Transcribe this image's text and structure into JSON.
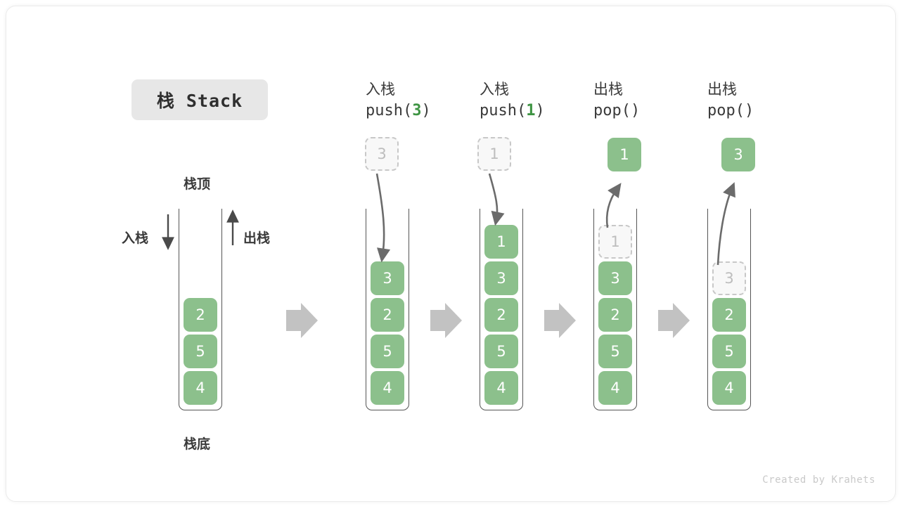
{
  "title": {
    "text": "栈 Stack"
  },
  "labels": {
    "top": "栈顶",
    "bottom": "栈底",
    "push_side": "入栈",
    "pop_side": "出栈"
  },
  "credit": "Created by Krahets",
  "colors": {
    "element_green": "#8cc08c",
    "accent_green": "#3e9443",
    "ghost_border": "#c8c8c8",
    "ghost_text": "#bdbdbd",
    "stack_wall": "#555555",
    "arrow_gray": "#6b6b6b",
    "step_arrow": "#c2c2c2",
    "title_chip_bg": "#e7e7e7"
  },
  "columns": [
    {
      "id": "initial",
      "header_cn": "",
      "header_code": "",
      "header_code_num": "",
      "stack": [
        "2",
        "5",
        "4"
      ],
      "ghost_index": -1,
      "float_box": null,
      "float_kind": "none"
    },
    {
      "id": "push-3",
      "header_cn": "入栈",
      "header_code_prefix": "push(",
      "header_code_num": "3",
      "header_code_suffix": ")",
      "stack": [
        "3",
        "2",
        "5",
        "4"
      ],
      "ghost_index": -1,
      "float_box": "3",
      "float_kind": "ghost"
    },
    {
      "id": "push-1",
      "header_cn": "入栈",
      "header_code_prefix": "push(",
      "header_code_num": "1",
      "header_code_suffix": ")",
      "stack": [
        "1",
        "3",
        "2",
        "5",
        "4"
      ],
      "ghost_index": -1,
      "float_box": "1",
      "float_kind": "ghost"
    },
    {
      "id": "pop-1",
      "header_cn": "出栈",
      "header_code_prefix": "pop(",
      "header_code_num": "",
      "header_code_suffix": ")",
      "stack": [
        "1",
        "3",
        "2",
        "5",
        "4"
      ],
      "ghost_index": 0,
      "float_box": "1",
      "float_kind": "solid"
    },
    {
      "id": "pop-3",
      "header_cn": "出栈",
      "header_code_prefix": "pop(",
      "header_code_num": "",
      "header_code_suffix": ")",
      "stack": [
        "3",
        "2",
        "5",
        "4"
      ],
      "ghost_index": 0,
      "float_box": "3",
      "float_kind": "solid"
    }
  ],
  "step_arrows": 4
}
